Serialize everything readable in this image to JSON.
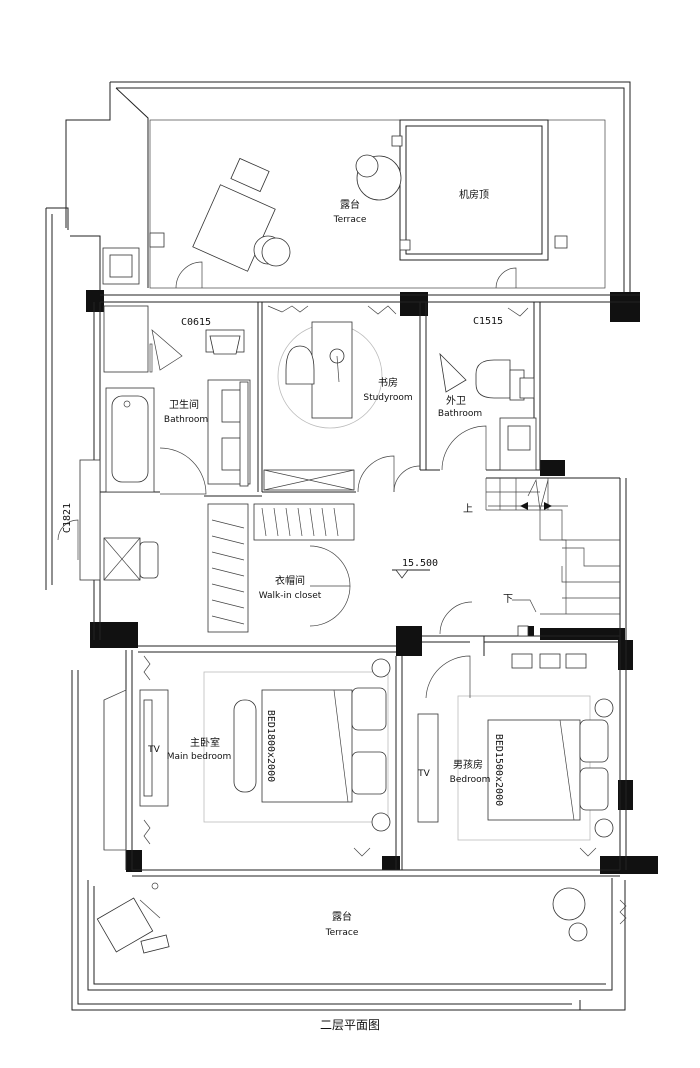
{
  "rooms": {
    "terrace_top": {
      "cn": "露台",
      "en": "Terrace"
    },
    "machine_room": {
      "cn": "机房顶"
    },
    "bathroom_left": {
      "cn": "卫生间",
      "en": "Bathroom"
    },
    "studyroom": {
      "cn": "书房",
      "en": "Studyroom"
    },
    "bathroom_right": {
      "cn": "外卫",
      "en": "Bathroom"
    },
    "walkin_closet": {
      "cn": "衣帽间",
      "en": "Walk-in closet"
    },
    "main_bedroom": {
      "cn": "主卧室",
      "en": "Main bedroom"
    },
    "bedroom": {
      "cn": "男孩房",
      "en": "Bedroom"
    },
    "terrace_bottom": {
      "cn": "露台",
      "en": "Terrace"
    }
  },
  "window_codes": {
    "c0615": "C0615",
    "c1515": "C1515",
    "c1821": "C1821"
  },
  "stairs": {
    "up": "上",
    "down": "下"
  },
  "elevation": "15.500",
  "beds": {
    "main": "BED1800x2000",
    "boy": "BED1500x2000"
  },
  "tv": {
    "main": "TV",
    "boy": "TV"
  },
  "caption": "二层平面图"
}
